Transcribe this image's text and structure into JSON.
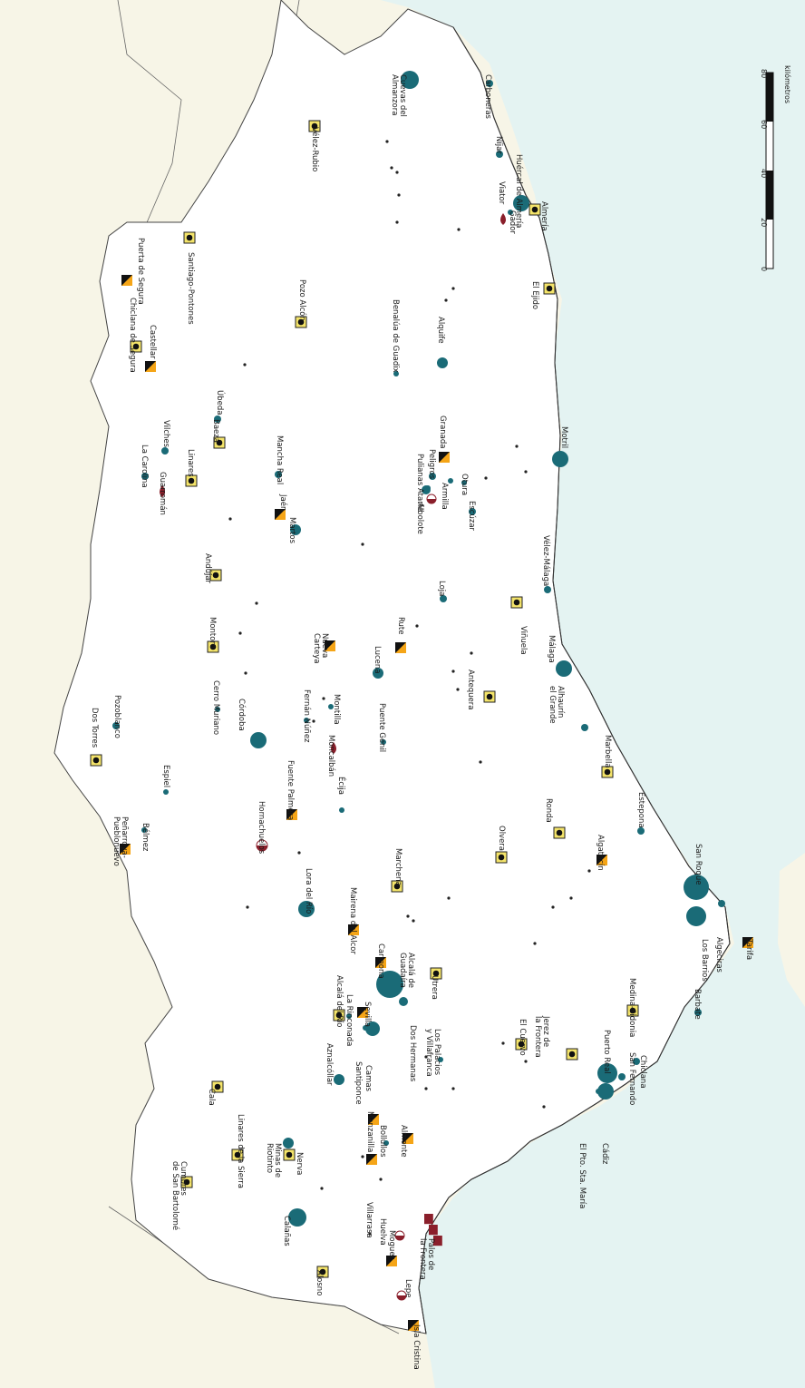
{
  "scale_bar": {
    "unit": "kilómetros",
    "ticks": [
      "0",
      "20",
      "40",
      "60",
      "80"
    ]
  },
  "colors": {
    "sea": "#e4f3f2",
    "outside_land": "#f7f5e7",
    "region": "#ffffff",
    "circle": "#1a6b77",
    "square_fill": "#f4e46a",
    "triangle_orange": "#f5a517",
    "red": "#8a1f2b"
  },
  "places": [
    {
      "name": "Cuevas del\nAlmanzora"
    },
    {
      "name": "Carboneras"
    },
    {
      "name": "Vélez-Rubio"
    },
    {
      "name": "Níjar"
    },
    {
      "name": "Huércal de Almería"
    },
    {
      "name": "Viator"
    },
    {
      "name": "Gádor"
    },
    {
      "name": "Almería"
    },
    {
      "name": "Puerta de Segura"
    },
    {
      "name": "Santiago-Pontones"
    },
    {
      "name": "Pozo Alcón"
    },
    {
      "name": "El Ejido"
    },
    {
      "name": "Chiclana de Segura"
    },
    {
      "name": "Castellar"
    },
    {
      "name": "Benalúa de Guadix"
    },
    {
      "name": "Alquife"
    },
    {
      "name": "Úbeda"
    },
    {
      "name": "Baeza"
    },
    {
      "name": "Vilches"
    },
    {
      "name": "La Carolina"
    },
    {
      "name": "Linares"
    },
    {
      "name": "Mancha Real"
    },
    {
      "name": "Guarromán"
    },
    {
      "name": "Granada"
    },
    {
      "name": "Pulianas"
    },
    {
      "name": "Peligros"
    },
    {
      "name": "Atarfe"
    },
    {
      "name": "Albolote"
    },
    {
      "name": "Armilla"
    },
    {
      "name": "Otura"
    },
    {
      "name": "Motril"
    },
    {
      "name": "Jaén"
    },
    {
      "name": "Martos"
    },
    {
      "name": "Escúzar"
    },
    {
      "name": "Andújar"
    },
    {
      "name": "Vélez-Málaga"
    },
    {
      "name": "Loja"
    },
    {
      "name": "Montoro"
    },
    {
      "name": "Rute"
    },
    {
      "name": "Viñuela"
    },
    {
      "name": "Nueva\nCarteya"
    },
    {
      "name": "Lucena"
    },
    {
      "name": "Málaga"
    },
    {
      "name": "Antequera"
    },
    {
      "name": "Cerro Muriano"
    },
    {
      "name": "Fernán Núñez"
    },
    {
      "name": "Montilla"
    },
    {
      "name": "Alhaurín\nel Grande"
    },
    {
      "name": "Pozoblanco"
    },
    {
      "name": "Dos Torres"
    },
    {
      "name": "Córdoba"
    },
    {
      "name": "Moncalbán"
    },
    {
      "name": "Puente Genil"
    },
    {
      "name": "Marbella"
    },
    {
      "name": "Fuente Palmera"
    },
    {
      "name": "Espiel"
    },
    {
      "name": "Écija"
    },
    {
      "name": "Peñarroya-\nPueblonuevo"
    },
    {
      "name": "Bélmez"
    },
    {
      "name": "Hornachuelos"
    },
    {
      "name": "Estepona"
    },
    {
      "name": "Ronda"
    },
    {
      "name": "Olvera"
    },
    {
      "name": "Algatocín"
    },
    {
      "name": "Lora del Río"
    },
    {
      "name": "Marchena"
    },
    {
      "name": "San Roque"
    },
    {
      "name": "Mairena del Alcor"
    },
    {
      "name": "Los Barrios"
    },
    {
      "name": "Algeciras"
    },
    {
      "name": "Tarifa"
    },
    {
      "name": "Carmona"
    },
    {
      "name": "Alcalá de\nGuadaíra"
    },
    {
      "name": "Utrera"
    },
    {
      "name": "Alcalá del Río"
    },
    {
      "name": "La Rinconada"
    },
    {
      "name": "Sevilla"
    },
    {
      "name": "Medina-Sidonia"
    },
    {
      "name": "Barbate"
    },
    {
      "name": "El Cuervo"
    },
    {
      "name": "Jerez de\nla Frontera"
    },
    {
      "name": "Los Palacios\ny Villafranca"
    },
    {
      "name": "Dos Hermanas"
    },
    {
      "name": "San Fernando"
    },
    {
      "name": "Chiclana"
    },
    {
      "name": "Puerto Real"
    },
    {
      "name": "Aznalcóllar"
    },
    {
      "name": "Santiponce"
    },
    {
      "name": "Camas"
    },
    {
      "name": "Cala"
    },
    {
      "name": "Linares de la Sierra"
    },
    {
      "name": "Manzanilla"
    },
    {
      "name": "Bollullos"
    },
    {
      "name": "Almonte"
    },
    {
      "name": "El Pto. Sta. María"
    },
    {
      "name": "Cádiz"
    },
    {
      "name": "Minas de\nRiotinto"
    },
    {
      "name": "Nerva"
    },
    {
      "name": "Cumbres\nde San Bartolomé"
    },
    {
      "name": "Villarrasa"
    },
    {
      "name": "Calañas"
    },
    {
      "name": "Huelva"
    },
    {
      "name": "Moguer"
    },
    {
      "name": "Palos de\nla Frontera"
    },
    {
      "name": "Alosno"
    },
    {
      "name": "Lepe"
    },
    {
      "name": "Isla Cristina"
    }
  ]
}
